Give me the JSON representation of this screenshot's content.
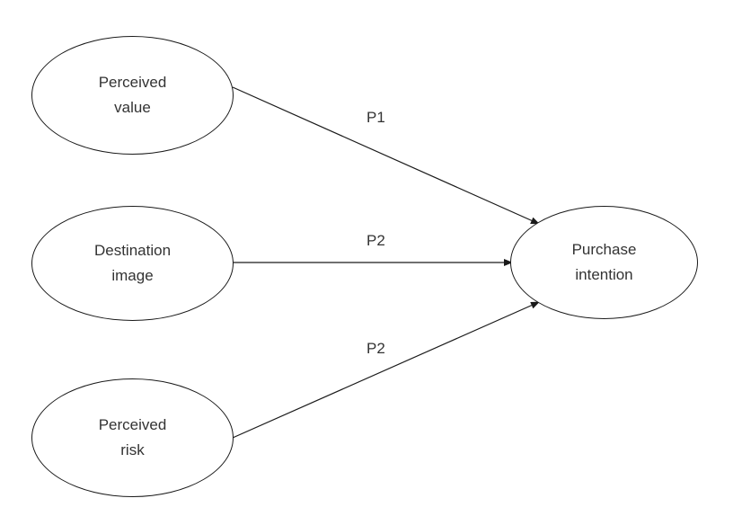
{
  "nodes": {
    "perceived_value": {
      "line1": "Perceived",
      "line2": "value"
    },
    "destination_image": {
      "line1": "Destination",
      "line2": "image"
    },
    "perceived_risk": {
      "line1": "Perceived",
      "line2": "risk"
    },
    "purchase_intention": {
      "line1": "Purchase",
      "line2": "intention"
    }
  },
  "edges": [
    {
      "from": "perceived_value",
      "to": "purchase_intention",
      "label": "P1"
    },
    {
      "from": "destination_image",
      "to": "purchase_intention",
      "label": "P2"
    },
    {
      "from": "perceived_risk",
      "to": "purchase_intention",
      "label": "P2"
    }
  ],
  "colors": {
    "stroke": "#1a1a1a",
    "text": "#333333",
    "background": "#ffffff"
  }
}
